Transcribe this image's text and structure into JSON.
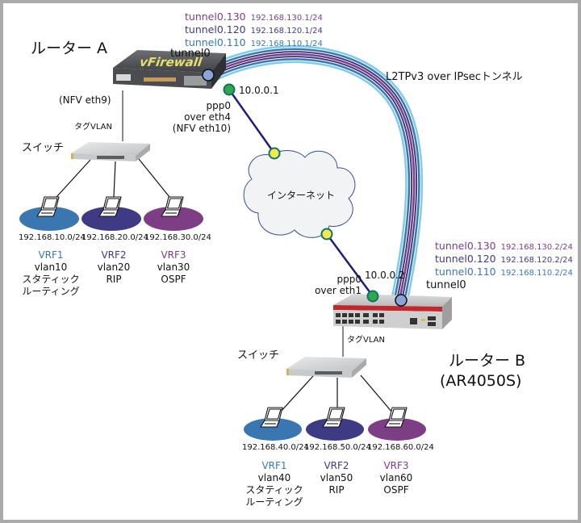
{
  "colors": {
    "vrf1": "#3a77b1",
    "vrf2": "#3e3b84",
    "vrf3": "#7e3e86",
    "tunnel_outer": "#7fcbef",
    "link_line": "#1f1f7a",
    "node_green": "#2eab44",
    "node_yellow": "#f2ea4d",
    "node_tunnel": "#8aa4dc",
    "frame": "#a9aaa9"
  },
  "router_a": {
    "title": "ルーター A",
    "device_label": "vFirewall",
    "tunnel_label": "tunnel0",
    "tunnels": [
      {
        "name": "tunnel0.130",
        "ip": "192.168.130.1/24",
        "vrf": "vrf3"
      },
      {
        "name": "tunnel0.120",
        "ip": "192.168.120.1/24",
        "vrf": "vrf2"
      },
      {
        "name": "tunnel0.110",
        "ip": "192.168.110.1/24",
        "vrf": "vrf1"
      }
    ],
    "lan_port": "(NFV eth9)",
    "wan_ip": "10.0.0.1",
    "wan_if_line1": "ppp0",
    "wan_if_line2": "over eth4",
    "wan_if_line3": "(NFV eth10)",
    "tag_vlan": "タグVLAN",
    "switch_label": "スイッチ",
    "lans": [
      {
        "subnet": "192.168.10.0/24",
        "vrf": "VRF1",
        "vlan": "vlan10",
        "routing": [
          "スタティック",
          "ルーティング"
        ],
        "color": "vrf1"
      },
      {
        "subnet": "192.168.20.0/24",
        "vrf": "VRF2",
        "vlan": "vlan20",
        "routing": [
          "RIP"
        ],
        "color": "vrf2"
      },
      {
        "subnet": "192.168.30.0/24",
        "vrf": "VRF3",
        "vlan": "vlan30",
        "routing": [
          "OSPF"
        ],
        "color": "vrf3"
      }
    ]
  },
  "router_b": {
    "title": "ルーター B",
    "model": "(AR4050S)",
    "tunnel_label": "tunnel0",
    "tunnels": [
      {
        "name": "tunnel0.130",
        "ip": "192.168.130.2/24",
        "vrf": "vrf3"
      },
      {
        "name": "tunnel0.120",
        "ip": "192.168.120.2/24",
        "vrf": "vrf2"
      },
      {
        "name": "tunnel0.110",
        "ip": "192.168.110.2/24",
        "vrf": "vrf1"
      }
    ],
    "wan_ip": "10.0.0.2",
    "wan_if_line1": "ppp0",
    "wan_if_line2": "over eth1",
    "tag_vlan": "タグVLAN",
    "switch_label": "スイッチ",
    "lans": [
      {
        "subnet": "192.168.40.0/24",
        "vrf": "VRF1",
        "vlan": "vlan40",
        "routing": [
          "スタティック",
          "ルーティング"
        ],
        "color": "vrf1"
      },
      {
        "subnet": "192.168.50.0/24",
        "vrf": "VRF2",
        "vlan": "vlan50",
        "routing": [
          "RIP"
        ],
        "color": "vrf2"
      },
      {
        "subnet": "192.168.60.0/24",
        "vrf": "VRF3",
        "vlan": "vlan60",
        "routing": [
          "OSPF"
        ],
        "color": "vrf3"
      }
    ]
  },
  "internet": {
    "label": "インターネット"
  },
  "tunnel_caption": "L2TPv3 over IPsecトンネル"
}
